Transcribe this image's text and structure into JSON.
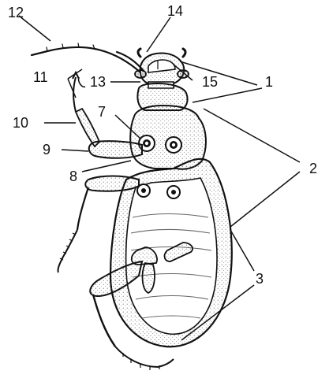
{
  "labels": [
    {
      "id": "l1",
      "text": "1"
    },
    {
      "id": "l2",
      "text": "2"
    },
    {
      "id": "l3",
      "text": "3"
    },
    {
      "id": "l7",
      "text": "7"
    },
    {
      "id": "l8",
      "text": "8"
    },
    {
      "id": "l9",
      "text": "9"
    },
    {
      "id": "l10",
      "text": "10"
    },
    {
      "id": "l11",
      "text": "11"
    },
    {
      "id": "l12",
      "text": "12"
    },
    {
      "id": "l13",
      "text": "13"
    },
    {
      "id": "l14",
      "text": "14"
    },
    {
      "id": "l15",
      "text": "15"
    }
  ],
  "colors": {
    "ink": "#111111",
    "body": "#f2f2f2",
    "stipple": "#777777"
  }
}
